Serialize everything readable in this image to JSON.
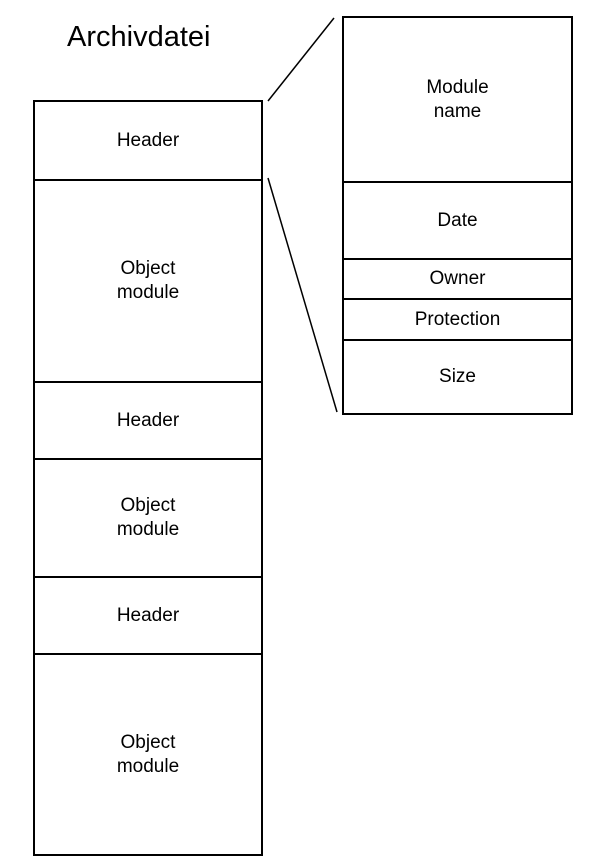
{
  "title": "Archivdatei",
  "archive": {
    "segments": [
      {
        "kind": "header",
        "label": "Header"
      },
      {
        "kind": "object",
        "label": "Object\nmodule"
      },
      {
        "kind": "header",
        "label": "Header"
      },
      {
        "kind": "object",
        "label": "Object\nmodule"
      },
      {
        "kind": "header",
        "label": "Header"
      },
      {
        "kind": "object",
        "label": "Object\nmodule"
      }
    ]
  },
  "header_detail": {
    "fields": [
      {
        "label": "Module\nname"
      },
      {
        "label": "Date"
      },
      {
        "label": "Owner"
      },
      {
        "label": "Protection"
      },
      {
        "label": "Size"
      }
    ]
  }
}
